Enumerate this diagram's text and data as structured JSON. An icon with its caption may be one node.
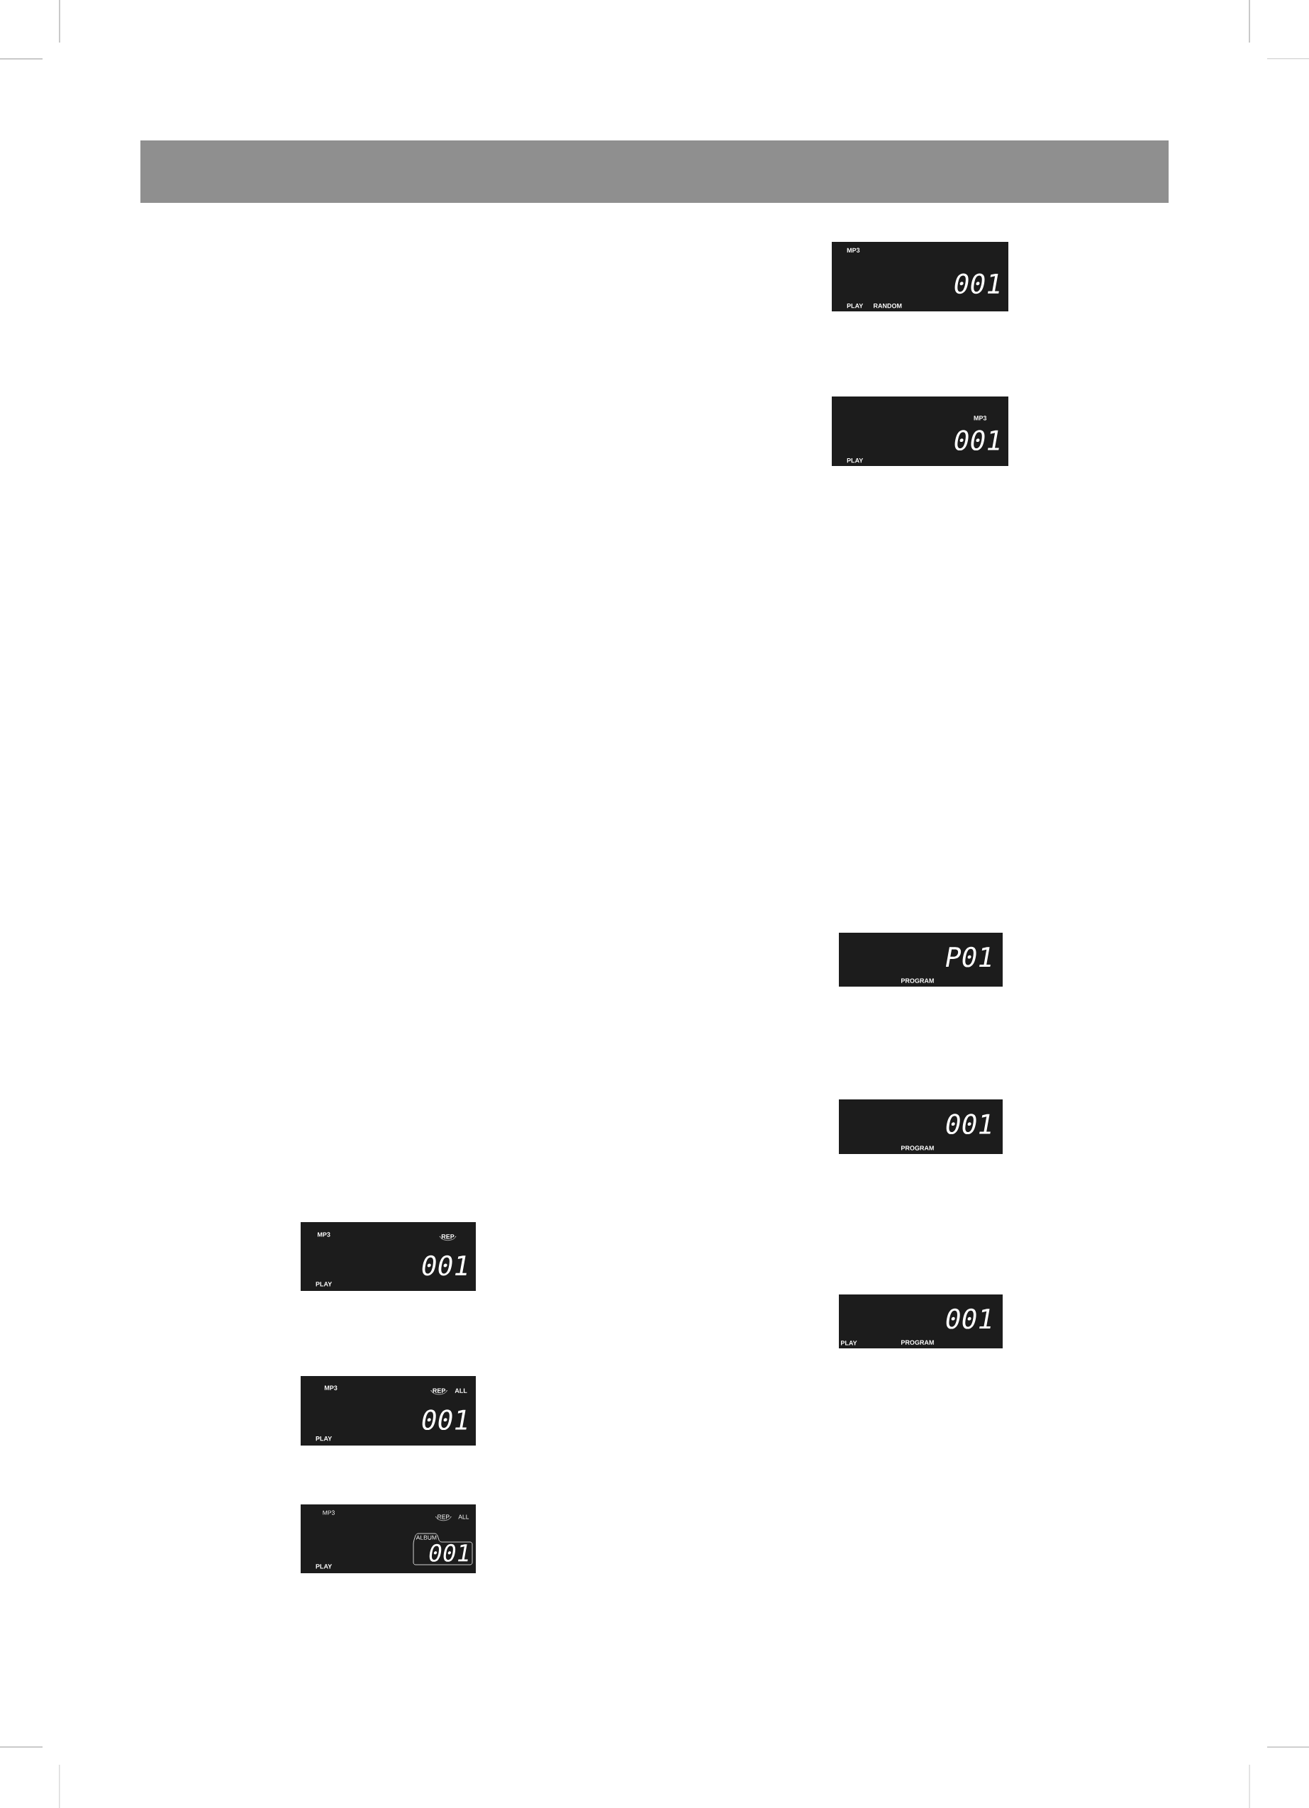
{
  "diagram": {
    "nodes": [
      {
        "text": [
          "MP3",
          "001",
          "PLAY",
          "RANDOM"
        ]
      },
      {
        "text": [
          "MP3",
          "001",
          "PLAY"
        ]
      },
      {
        "text": [
          "P01",
          "PROGRAM"
        ]
      },
      {
        "text": [
          "001",
          "PROGRAM"
        ]
      },
      {
        "text": [
          "001",
          "PLAY",
          "PROGRAM"
        ]
      },
      {
        "text": [
          "MP3",
          "REP",
          "001",
          "PLAY"
        ]
      },
      {
        "text": [
          "MP3",
          "REP",
          "ALL",
          "001",
          "PLAY"
        ]
      },
      {
        "text": [
          "MP3",
          "REP",
          "ALL",
          "PLAY"
        ]
      },
      {
        "text": [
          "ALBUM",
          "001"
        ],
        "in": 7
      }
    ]
  }
}
